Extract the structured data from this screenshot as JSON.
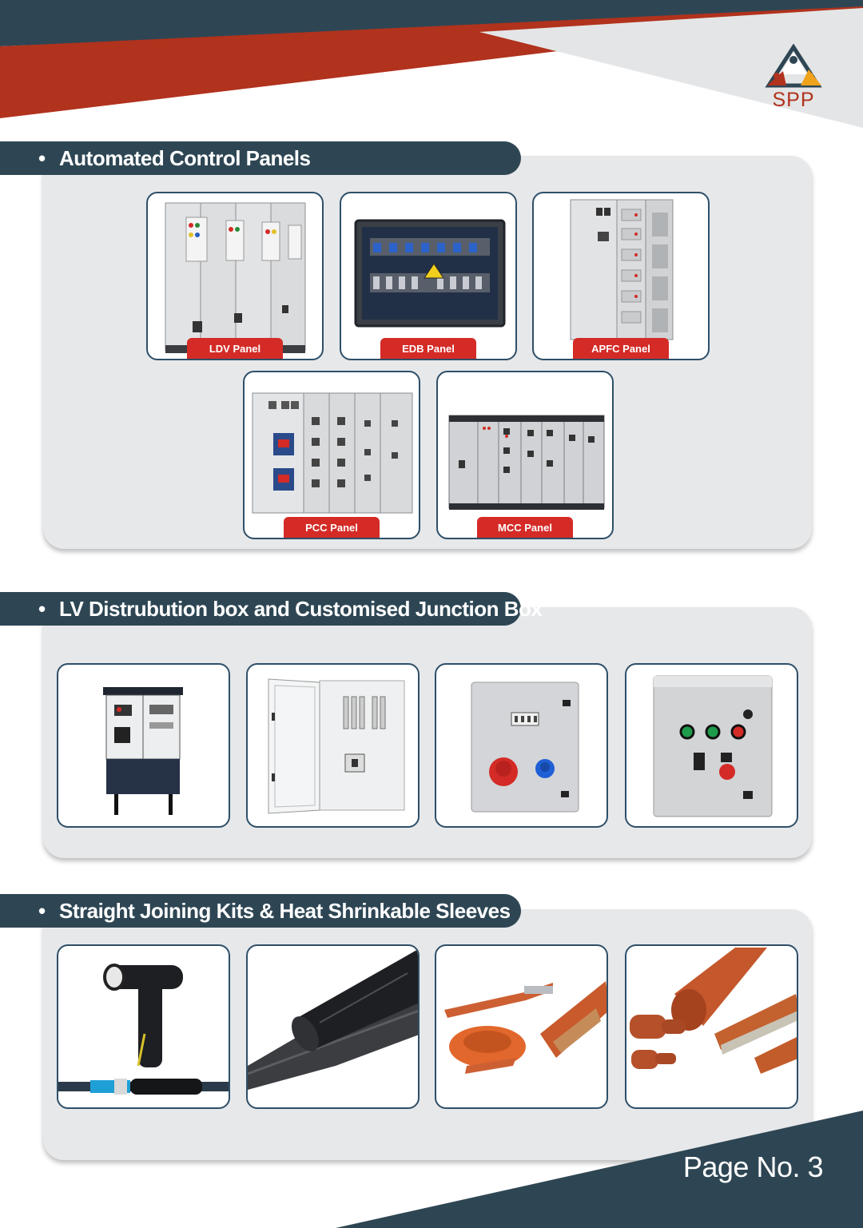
{
  "brand": {
    "logo_text": "SPP"
  },
  "sections": [
    {
      "title": "Automated Control Panels",
      "products": [
        {
          "label": "LDV Panel",
          "icon": "ldv-panel-image"
        },
        {
          "label": "EDB Panel",
          "icon": "edb-panel-image"
        },
        {
          "label": "APFC Panel",
          "icon": "apfc-panel-image"
        },
        {
          "label": "PCC Panel",
          "icon": "pcc-panel-image"
        },
        {
          "label": "MCC Panel",
          "icon": "mcc-panel-image"
        }
      ]
    },
    {
      "title": "LV Distrubution box and Customised Junction Box",
      "products": [
        {
          "icon": "feeder-pillar-image"
        },
        {
          "icon": "distribution-board-image"
        },
        {
          "icon": "socket-box-image"
        },
        {
          "icon": "push-button-box-image"
        }
      ]
    },
    {
      "title": "Straight Joining Kits & Heat Shrinkable Sleeves",
      "products": [
        {
          "icon": "cable-joint-kit-image"
        },
        {
          "icon": "black-heat-shrink-sleeve-image"
        },
        {
          "icon": "busbar-sleeve-roll-image"
        },
        {
          "icon": "orange-heat-shrink-tubes-image"
        }
      ]
    }
  ],
  "footer": {
    "page_label": "Page No. 3"
  },
  "colors": {
    "navy": "#2e4654",
    "red": "#b1321d",
    "label_red": "#d42b27",
    "panel_grey": "#e7e8ea"
  }
}
